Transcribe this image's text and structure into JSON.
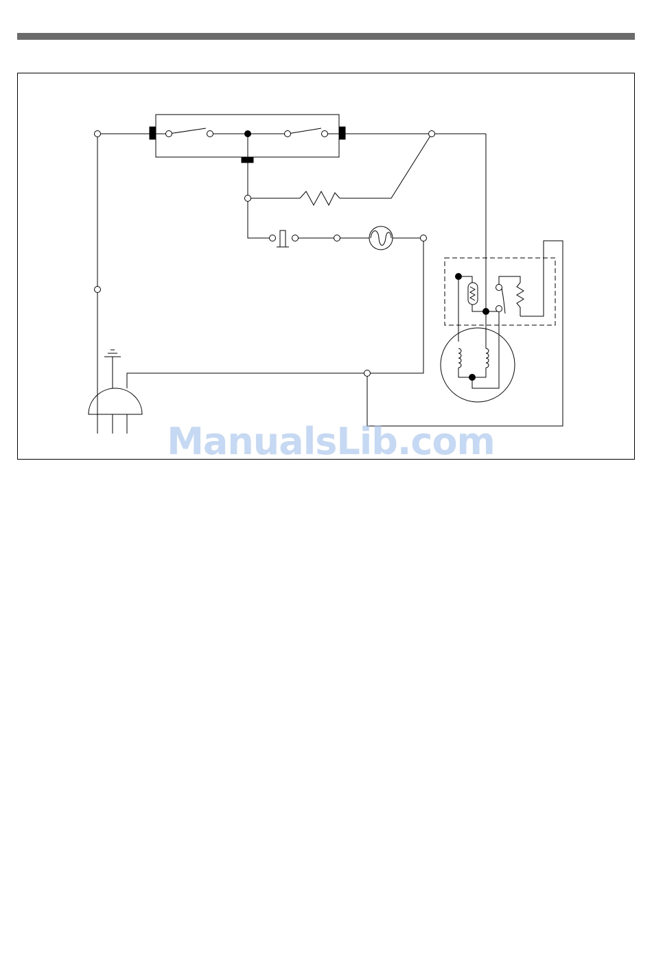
{
  "header": {
    "rule_color": "#6b6b6b"
  },
  "diagram": {
    "kind": "wiring-diagram",
    "stroke_color": "#000000",
    "components": [
      "door-switch-assembly",
      "heater-resistor",
      "lamp-switch",
      "lamp",
      "overload-protector",
      "ptc-starter",
      "compressor-motor",
      "power-plug",
      "ground-symbol"
    ]
  },
  "watermark": {
    "text": "ManualsLib.com",
    "color": "#96b9eb"
  }
}
